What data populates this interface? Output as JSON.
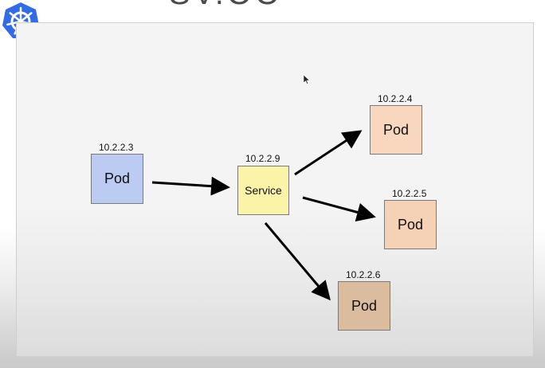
{
  "header": {
    "title_fragment": "SV.OO"
  },
  "colors": {
    "logo": "#326ce5",
    "pod_source": "#bccbf2",
    "pod_target_1": "#f9d7be",
    "pod_target_2": "#f5d2b6",
    "pod_target_3": "#dcbc9e",
    "service": "#fbf3a8",
    "arrow": "#000000"
  },
  "diagram": {
    "source_pod": {
      "label": "Pod",
      "ip": "10.2.2.3"
    },
    "service": {
      "label": "Service",
      "ip": "10.2.2.9"
    },
    "target_pods": [
      {
        "label": "Pod",
        "ip": "10.2.2.4"
      },
      {
        "label": "Pod",
        "ip": "10.2.2.5"
      },
      {
        "label": "Pod",
        "ip": "10.2.2.6"
      }
    ]
  }
}
